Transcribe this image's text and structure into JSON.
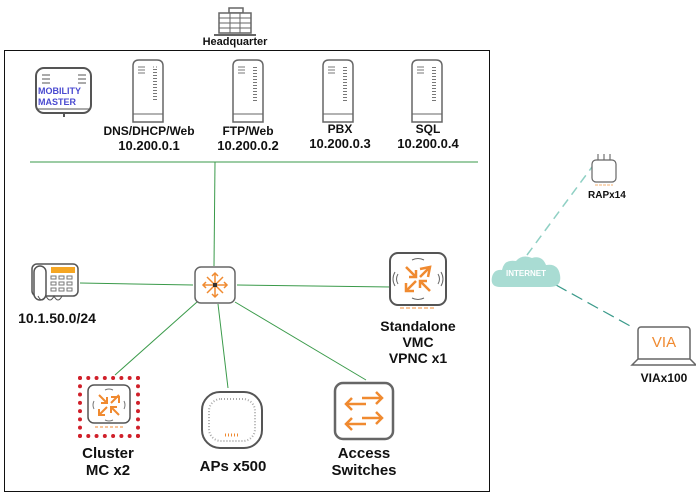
{
  "headquarter": {
    "label": "Headquarter"
  },
  "servers": [
    {
      "name": "DNS/DHCP/Web",
      "ip": "10.200.0.1"
    },
    {
      "name": "FTP/Web",
      "ip": "10.200.0.2"
    },
    {
      "name": "PBX",
      "ip": "10.200.0.3"
    },
    {
      "name": "SQL",
      "ip": "10.200.0.4"
    }
  ],
  "mobility_master": {
    "line1": "MOBILITY",
    "line2": "MASTER"
  },
  "phone": {
    "label": "10.1.50.0/24"
  },
  "vmc": {
    "line1": "Standalone",
    "line2": "VMC",
    "line3": "VPNC x1"
  },
  "cluster": {
    "line1": "Cluster",
    "line2": "MC x2"
  },
  "aps": {
    "label": "APs x500"
  },
  "switches": {
    "line1": "Access",
    "line2": "Switches"
  },
  "internet": {
    "label": "INTERNET"
  },
  "rap": {
    "label": "RAPx14"
  },
  "via": {
    "screen": "VIA",
    "label": "VIAx100"
  },
  "colors": {
    "link": "#3a9a4a",
    "wan": "#8fd0c4",
    "accent": "#f08a30",
    "cluster_border": "#d0202a"
  }
}
